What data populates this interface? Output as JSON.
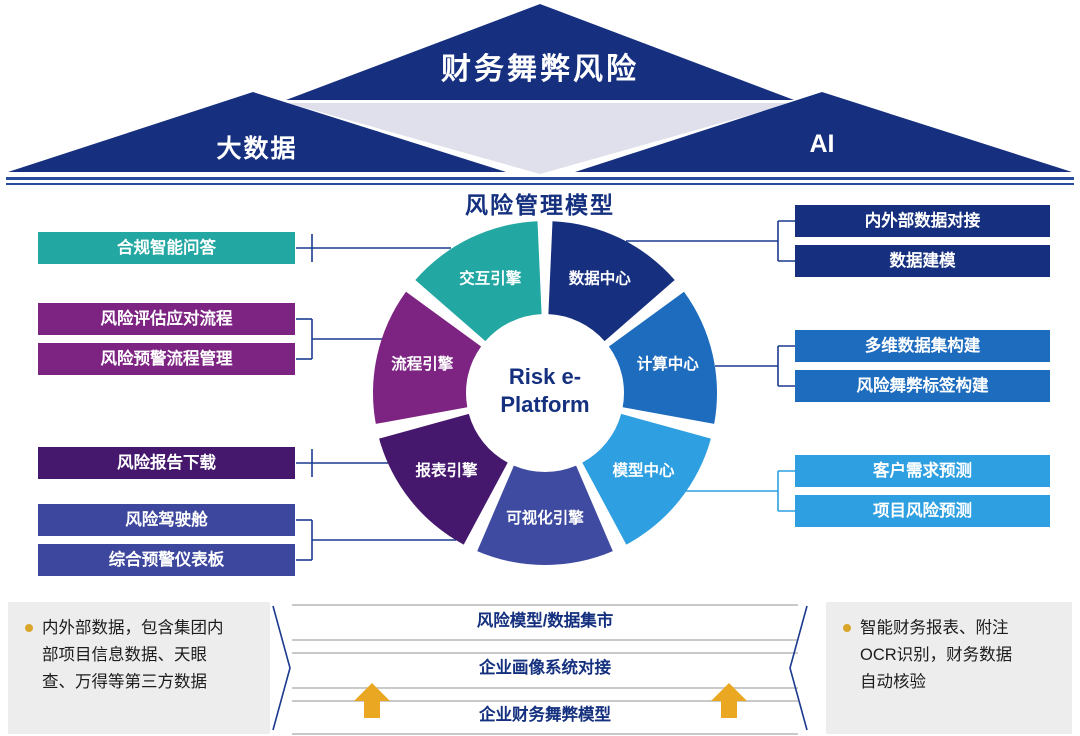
{
  "pyramid": {
    "top_label": "财务舞弊风险",
    "left_label": "大数据",
    "right_label": "AI",
    "navy": "#16307f",
    "light_triangle": "#dfe0ec"
  },
  "section_title": "风险管理模型",
  "wheel": {
    "center_line1": "Risk e-",
    "center_line2": "Platform",
    "segments": [
      {
        "label": "数据中心",
        "color": "#16307f"
      },
      {
        "label": "计算中心",
        "color": "#1e6cbe"
      },
      {
        "label": "模型中心",
        "color": "#2e9fe0"
      },
      {
        "label": "可视化引擎",
        "color": "#3e4ba1"
      },
      {
        "label": "报表引擎",
        "color": "#45186d"
      },
      {
        "label": "流程引擎",
        "color": "#7d2483"
      },
      {
        "label": "交互引擎",
        "color": "#23a7a2"
      }
    ]
  },
  "left_boxes": [
    {
      "label": "合规智能问答",
      "color": "#23a7a2"
    },
    {
      "label": "风险评估应对流程",
      "color": "#7d2483"
    },
    {
      "label": "风险预警流程管理",
      "color": "#7d2483"
    },
    {
      "label": "风险报告下载",
      "color": "#45186d"
    },
    {
      "label": "风险驾驶舱",
      "color": "#3e479e"
    },
    {
      "label": "综合预警仪表板",
      "color": "#3e479e"
    }
  ],
  "right_boxes": [
    {
      "label": "内外部数据对接",
      "color": "#16307f"
    },
    {
      "label": "数据建模",
      "color": "#16307f"
    },
    {
      "label": "多维数据集构建",
      "color": "#1e6cbe"
    },
    {
      "label": "风险舞弊标签构建",
      "color": "#1e6cbe"
    },
    {
      "label": "客户需求预测",
      "color": "#2e9fe0"
    },
    {
      "label": "项目风险预测",
      "color": "#2e9fe0"
    }
  ],
  "bottom": {
    "left_note": "内外部数据，包含集团内部项目信息数据、天眼查、万得等第三方数据",
    "middle_rows": [
      "风险模型/数据集市",
      "企业画像系统对接",
      "企业财务舞弊模型"
    ],
    "right_note": "智能财务报表、附注OCR识别，财务数据自动核验",
    "arrow_color": "#e9a722"
  },
  "colors": {
    "connector_navy": "#1b3a8f",
    "connector_light_blue": "#2d9fe0",
    "grid_line": "#c9c9c9"
  }
}
